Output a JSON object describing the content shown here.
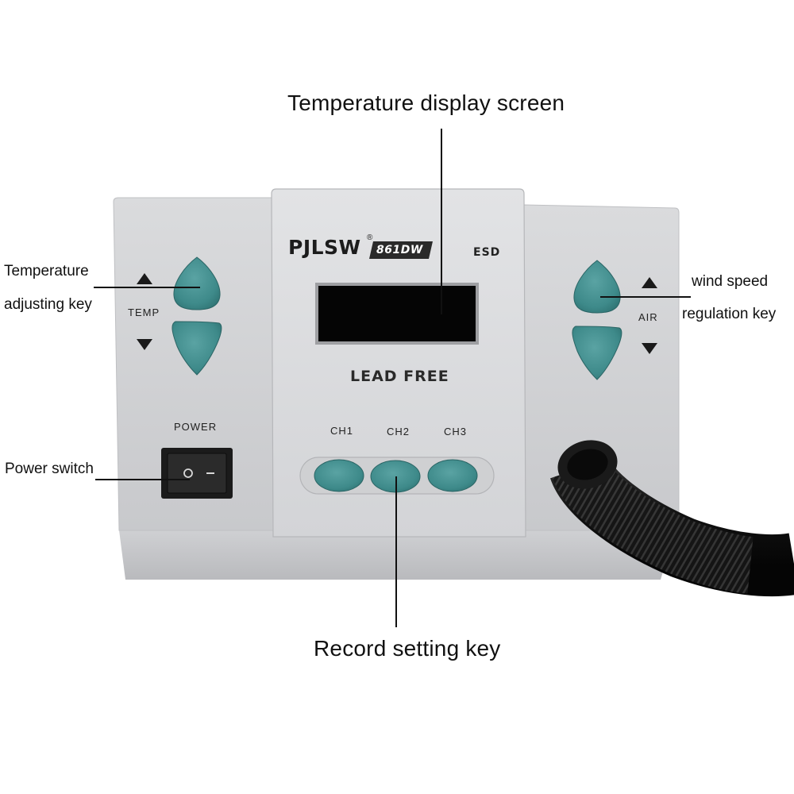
{
  "callouts": {
    "temperature_display_screen": "Temperature display screen",
    "temperature_adjusting_key_line1": "Temperature",
    "temperature_adjusting_key_line2": "adjusting key",
    "wind_speed_regulation_key_line1": "wind speed",
    "wind_speed_regulation_key_line2": "regulation key",
    "power_switch": "Power switch",
    "record_setting_key": "Record setting key"
  },
  "device": {
    "brand": "PJLSW",
    "registered_mark": "®",
    "model": "861DW",
    "esd": "ESD",
    "lead_free": "LEAD FREE",
    "temp_label": "TEMP",
    "air_label": "AIR",
    "power_label": "POWER",
    "channels": [
      "CH1",
      "CH2",
      "CH3"
    ]
  },
  "colors": {
    "button_teal": "#3e8a8a",
    "panel_grey": "#d5d6d8",
    "display_black": "#050505",
    "hose_black": "#141414"
  }
}
